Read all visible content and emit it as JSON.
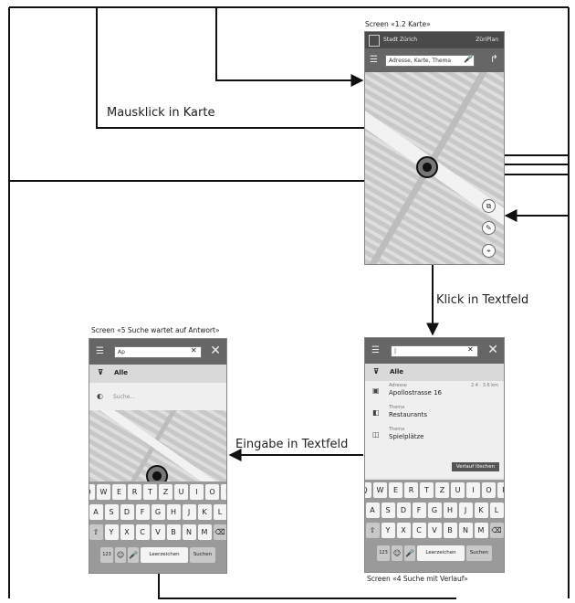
{
  "screens": {
    "karte": {
      "caption": "Screen «1.2 Karte»",
      "brand": "Stadt Zürich",
      "app": "ZüriPlan",
      "search_value": "Adresse, Karte, Thema"
    },
    "verlauf": {
      "caption": "Screen «4 Suche mit Verlauf»",
      "search_value": "|",
      "filter": "Alle",
      "history_button": "Verlauf löschen",
      "rows": [
        {
          "kind": "Adresse",
          "value": "Apollostrasse 16",
          "dist": "2.4 · 3.6 km"
        },
        {
          "kind": "Thema",
          "value": "Restaurants",
          "dist": ""
        },
        {
          "kind": "Thema",
          "value": "Spielplätze",
          "dist": ""
        }
      ]
    },
    "warten": {
      "caption": "Screen «5 Suche wartet auf Antwort»",
      "search_value": "Ap",
      "filter": "Alle",
      "searching": "Suche..."
    }
  },
  "transitions": {
    "map_click": "Mausklick in Karte",
    "text_click": "Klick in Textfeld",
    "text_input": "Eingabe in Textfeld"
  },
  "keyboard": {
    "row1": [
      "Q",
      "W",
      "E",
      "R",
      "T",
      "Z",
      "U",
      "I",
      "O",
      "P"
    ],
    "row2": [
      "A",
      "S",
      "D",
      "F",
      "G",
      "H",
      "J",
      "K",
      "L"
    ],
    "row3": [
      "Y",
      "X",
      "C",
      "V",
      "B",
      "N",
      "M"
    ],
    "space": "Leerzeichen",
    "go": "Suchen",
    "num": "123"
  },
  "icons": {
    "menu": "hamburger-icon",
    "mic": "microphone-icon",
    "route": "route-icon",
    "close": "close-icon",
    "filter": "funnel-icon"
  }
}
